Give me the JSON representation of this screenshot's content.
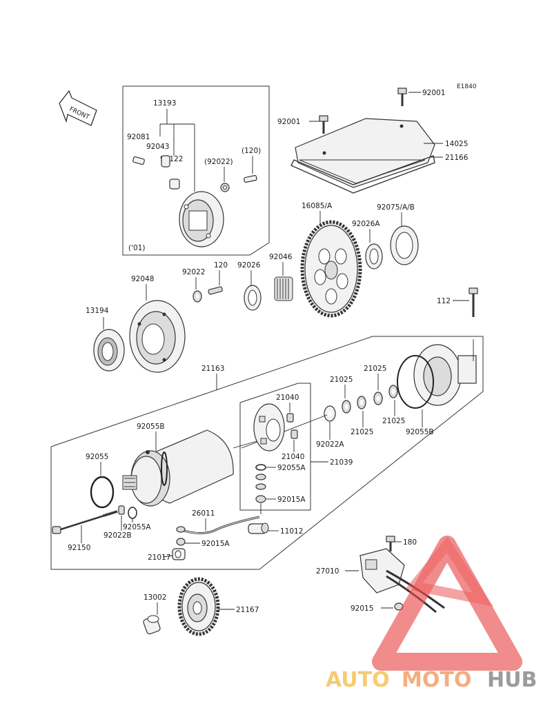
{
  "diagram": {
    "code": "E1840",
    "front_label": "FRONT",
    "year_note": "('01)",
    "labels": {
      "p13193": "13193",
      "p92081": "92081",
      "p92043": "92043",
      "p92122": "92122",
      "p92022p": "(92022)",
      "p120p": "(120)",
      "p92001a": "92001",
      "p92001b": "92001",
      "p14025": "14025",
      "p21166": "21166",
      "p16085": "16085/A",
      "p92075": "92075/A/B",
      "p92026a": "92026A",
      "p92048": "92048",
      "p92022": "92022",
      "p120": "120",
      "p92026": "92026",
      "p92046": "92046",
      "p112": "112",
      "p13194": "13194",
      "p21163": "21163",
      "p21025a": "21025",
      "p21025b": "21025",
      "p21025c": "21025",
      "p21025d": "21025",
      "p21040a": "21040",
      "p21040b": "21040",
      "p92055b1": "92055B",
      "p92055b2": "92055B",
      "p92022a": "92022A",
      "p92055": "92055",
      "p92055a1": "92055A",
      "p21039": "21039",
      "p92015a1": "92015A",
      "p26011": "26011",
      "p92055a2": "92055A",
      "p92022b": "92022B",
      "p11012": "11012",
      "p92150": "92150",
      "p92015a2": "92015A",
      "p21017": "21017",
      "p180": "180",
      "p27010": "27010",
      "p92015": "92015",
      "p13002": "13002",
      "p21167": "21167"
    }
  },
  "watermark": {
    "part1": "AUTO",
    "part2": "MOTO",
    "part3": "HUB",
    "color_red": "#e94b4b",
    "color_orange": "#f6c25a",
    "color_gray": "#8a8a8a"
  }
}
